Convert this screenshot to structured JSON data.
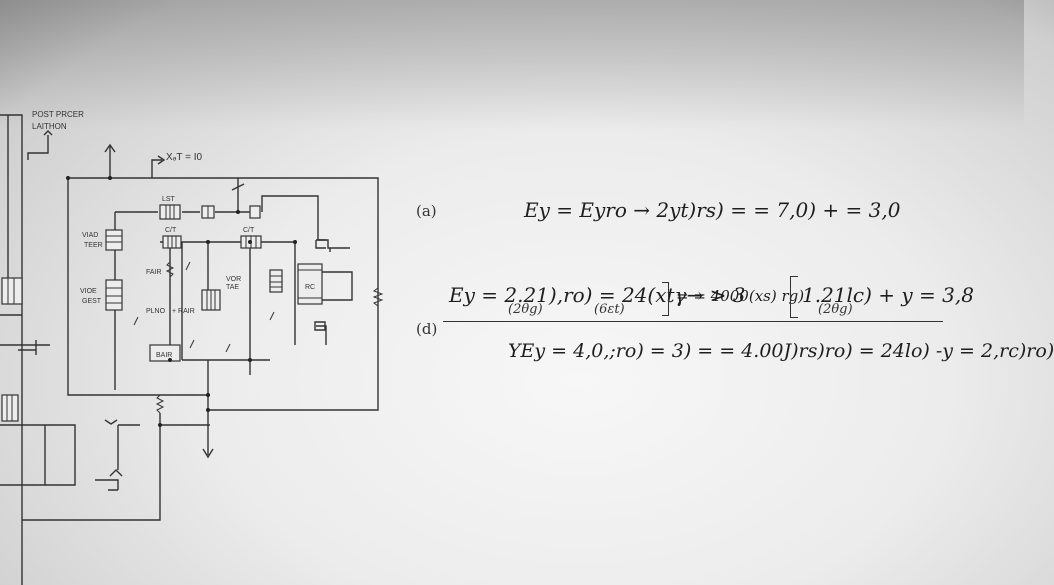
{
  "schematic": {
    "title_line1": "POST PRCER",
    "title_line2": "LAITHON",
    "top_label": "XₔT = I0",
    "comp_labels": {
      "u1": "LST",
      "u2": "C/T",
      "u3": "C/T",
      "left1_a": "VIAD",
      "left1_b": "TEER",
      "left2_a": "VIOE",
      "left2_b": "GEST",
      "fair": "FAIR",
      "pluo": "PLNO",
      "rair": "+ RAIR",
      "voe_a": "VOR",
      "voe_b": "TAE",
      "rc": "RC",
      "bair": "BAIR"
    }
  },
  "equations": {
    "tag_a": "(a)",
    "eq_a": "Ey = Eyro → 2yt)rs) = = 7,0) + = 3,0",
    "tag_d": "(d)",
    "num_main1": "Ey = 2.21),ro) = 24(xtγ→ > 3",
    "num_main2": "= = 4000(xs) rg)",
    "num_main3": "1.21lc) + y = 3,8",
    "sub1": "(2θg)",
    "sub2": "(6εt)",
    "sub3": "(2θg)",
    "den": "YEy = 4,0,;ro) = 3) = = 4.00J)rs)ro) = 24lo) -y = 2,rc)ro)"
  }
}
